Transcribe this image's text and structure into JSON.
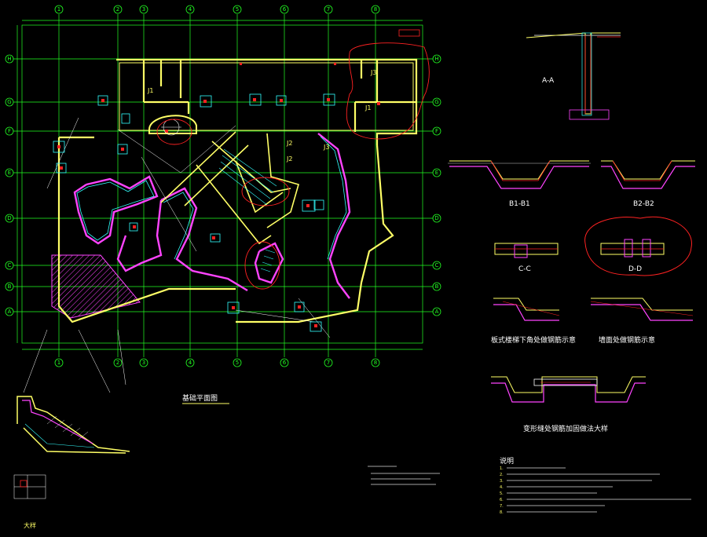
{
  "grid": {
    "columns": [
      "1",
      "2",
      "3",
      "4",
      "5",
      "6",
      "7",
      "8"
    ],
    "rows": [
      "A",
      "B",
      "C",
      "D",
      "E",
      "F",
      "G",
      "H"
    ]
  },
  "plan": {
    "title": "基础平面图",
    "marks": [
      "J1",
      "J1",
      "J2",
      "J2",
      "J3",
      "J3"
    ]
  },
  "sections": {
    "aa": "A-A",
    "b1": "B1-B1",
    "b2": "B2-B2",
    "cc": "C-C",
    "dd": "D-D",
    "slab_note_1": "板式楼梯下角处做钢筋示意",
    "slab_note_2": "墙面处做钢筋示意",
    "bottom_title": "变形缝处钢筋加固做法大样"
  },
  "detail": {
    "label": "大样"
  },
  "notes": {
    "title": "说明",
    "lines": [
      "1.",
      "2.",
      "3.",
      "4.",
      "5.",
      "6.",
      "7.",
      "8."
    ]
  },
  "colors": {
    "grid": "#22ff22",
    "wall": "#ffff66",
    "magenta": "#ff44ff",
    "red": "#ff2222",
    "cyan": "#33ffff",
    "white": "#ffffff"
  }
}
